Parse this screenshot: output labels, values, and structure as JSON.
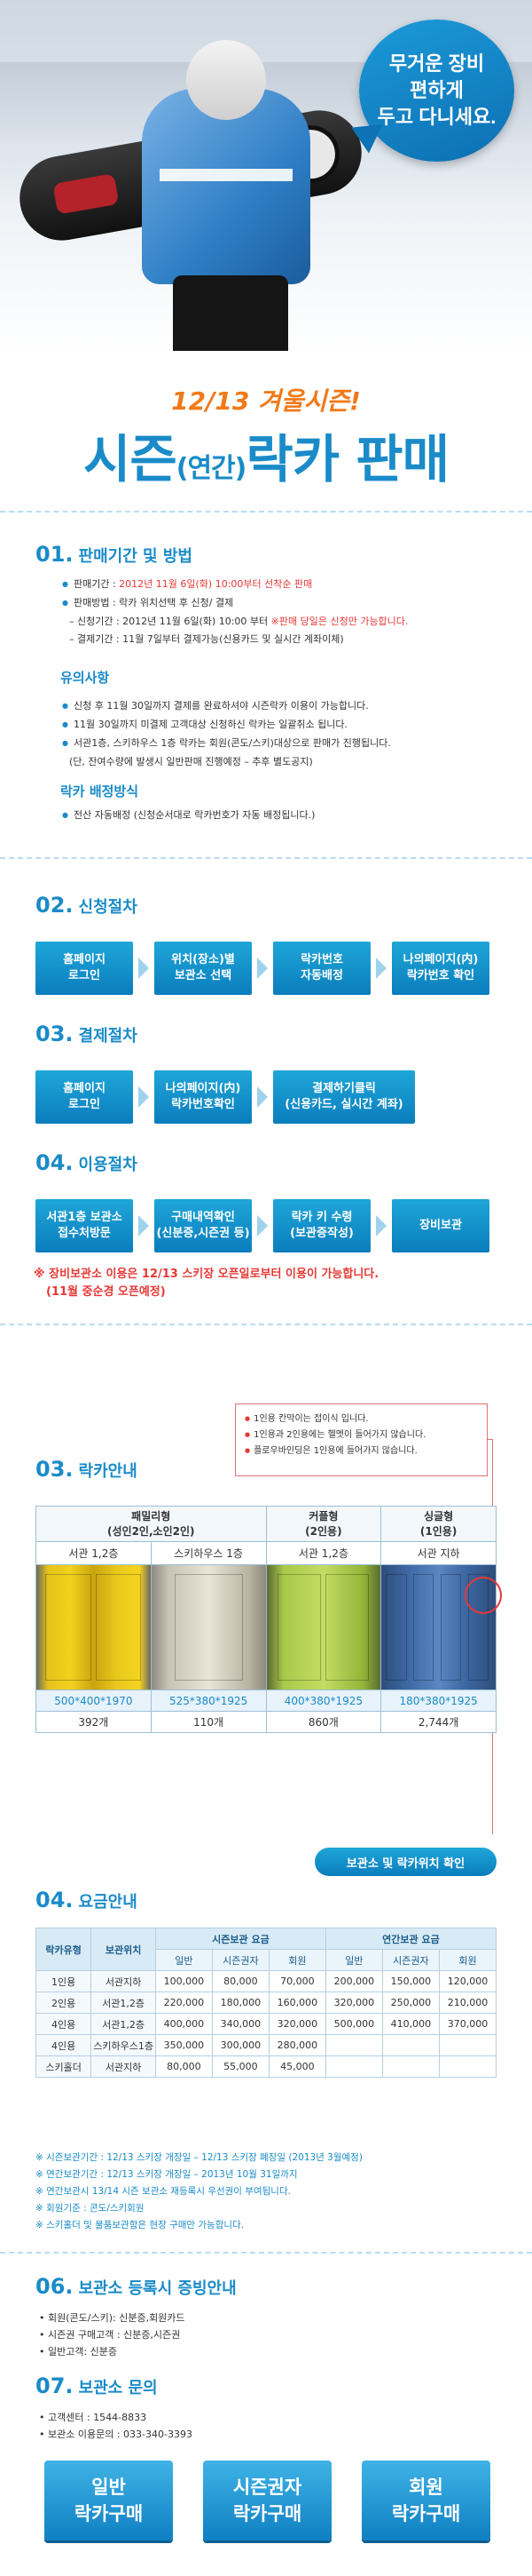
{
  "hero": {
    "bubble_lines": [
      "무거운 장비",
      "편하게",
      "두고 다니세요."
    ]
  },
  "title": {
    "subtitle": "12/13 겨울시즌!",
    "main_a": "시즌",
    "main_small": "(연간)",
    "main_b": "락카 판매"
  },
  "sec1": {
    "num": "01.",
    "title": "판매기간 및 방법",
    "items": [
      {
        "label": "판매기간 : ",
        "text": "2012년 11월 6일(화) 10:00부터 선착순 판매"
      },
      {
        "label": "판매방법 : ",
        "text": "락카 위치선택 후 신청/ 결제"
      }
    ],
    "sub_a": "– 신청기간 : 2012년 11월 6일(화) 10:00 부터",
    "sub_a_red": "※판매 당일은 신청만 가능합니다.",
    "sub_b": "– 결제기간 : 11월 7일부터 결제가능(신용카드 및 실시간 계좌이체)",
    "notice_title": "유의사항",
    "notices": [
      "신청 후 11월 30일까지 결제를 완료하셔야 시즌락카 이용이 가능합니다.",
      "11월 30일까지 미결제 고객대상 신청하신 락카는 일괄취소 됩니다.",
      "서관1층, 스키하우스 1층 락카는 회원(콘도/스키)대상으로 판매가 진행됩니다.",
      "(단, 잔여수량에 발생시 일반판매 진행예정 – 추후 별도공지)"
    ],
    "assign_title": "락카 배정방식",
    "assign": "전산 자동배정 (신청순서대로 락카번호가 자동 배정됩니다.)"
  },
  "sec2": {
    "num": "02.",
    "title": "신청절차",
    "steps": [
      [
        "홈페이지",
        "로그인"
      ],
      [
        "위치(장소)별",
        "보관소 선택"
      ],
      [
        "락카번호",
        "자동배정"
      ],
      [
        "나의페이지(内)",
        "락카번호 확인"
      ]
    ]
  },
  "sec3a": {
    "num": "03.",
    "title": "결제절차",
    "steps": [
      [
        "홈페이지",
        "로그인"
      ],
      [
        "나의페이지(内)",
        "락카번호확인"
      ],
      [
        "결제하기클릭",
        "(신용카드, 실시간 계좌)"
      ]
    ]
  },
  "sec4a": {
    "num": "04.",
    "title": "이용절차",
    "steps": [
      [
        "서관1층 보관소",
        "접수처방문"
      ],
      [
        "구매내역확인",
        "(신분증,시즌권 등)"
      ],
      [
        "락카 키 수령",
        "(보관증작성)"
      ],
      [
        "장비보관",
        ""
      ]
    ],
    "warn1": "※ 장비보관소 이용은 12/13 스키장 오픈일로부터 이용이 가능합니다.",
    "warn2": "(11월 중순경 오픈예정)"
  },
  "sec3b": {
    "num": "03.",
    "title": "락카안내",
    "notes": [
      "1인용 칸막이는 접이식 입니다.",
      "1인용과 2인용에는 헬멧이 들어가지 않습니다.",
      "플로우바인딩은 1인용에 들어가지 않습니다."
    ],
    "headers": [
      [
        "패밀리형",
        "(성인2인,소인2인)"
      ],
      [
        "커플형",
        "(2인용)"
      ],
      [
        "싱글형",
        "(1인용)"
      ]
    ],
    "locations": [
      "서관 1,2층",
      "스키하우스 1층",
      "서관 1,2층",
      "서관 지하"
    ],
    "dims": [
      "500*400*1970",
      "525*380*1925",
      "400*380*1925",
      "180*380*1925"
    ],
    "counts": [
      "392개",
      "110개",
      "860개",
      "2,744개"
    ],
    "confirm": "보관소 및 락카위치 확인"
  },
  "sec4b": {
    "num": "04.",
    "title": "요금안내",
    "head1": [
      "락카유형",
      "보관위치",
      "시즌보관 요금",
      "연간보관 요금"
    ],
    "head2": [
      "일반",
      "시즌권자",
      "회원",
      "일반",
      "시즌권자",
      "회원"
    ],
    "rows": [
      [
        "1인용",
        "서관지하",
        "100,000",
        "80,000",
        "70,000",
        "200,000",
        "150,000",
        "120,000"
      ],
      [
        "2인용",
        "서관1,2층",
        "220,000",
        "180,000",
        "160,000",
        "320,000",
        "250,000",
        "210,000"
      ],
      [
        "4인용",
        "서관1,2층",
        "400,000",
        "340,000",
        "320,000",
        "500,000",
        "410,000",
        "370,000"
      ],
      [
        "4인용",
        "스키하우스1층",
        "350,000",
        "300,000",
        "280,000",
        "",
        "",
        ""
      ],
      [
        "스키홀더",
        "서관지하",
        "80,000",
        "55,000",
        "45,000",
        "",
        "",
        ""
      ]
    ],
    "notes": [
      "시즌보관기간 : 12/13 스키장 개장일 – 12/13 스키장 폐장일 (2013년 3월예정)",
      "연간보관기간 : 12/13 스키장 개장일 – 2013년 10월 31일까지",
      "연간보관시 13/14 시즌 보관소 재등록시 우선권이 부여됩니다.",
      "회원기준 : 콘도/스키회원",
      "스키홀더 및 물품보관함은 현장 구매만 가능합니다."
    ]
  },
  "sec6": {
    "num": "06.",
    "title": "보관소 등록시 증빙안내",
    "items": [
      "회원(콘도/스키): 신분증,회원카드",
      "시즌권 구매고객 : 신분증,시즌권",
      "일반고객: 신분증"
    ]
  },
  "sec7": {
    "num": "07.",
    "title": "보관소 문의",
    "items": [
      "고객센터 : 1544-8833",
      "보관소 이용문의 : 033-340-3393"
    ]
  },
  "buttons": [
    [
      "일반",
      "락카구매"
    ],
    [
      "시즌권자",
      "락카구매"
    ],
    [
      "회원",
      "락카구매"
    ]
  ],
  "colors": {
    "accent": "#1a8bc8",
    "orange": "#f07a1a",
    "red": "#e53935"
  }
}
